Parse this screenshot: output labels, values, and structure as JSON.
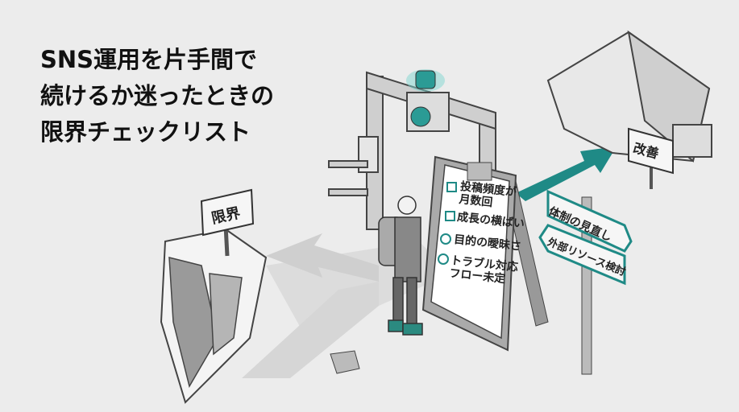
{
  "title": {
    "lines": [
      "SNS運用を片手間で",
      "続けるか迷ったときの",
      "限界チェックリスト"
    ]
  },
  "signs": {
    "limit": "限界",
    "improve": "改善",
    "restructure": "体制の見直し",
    "outsource": "外部リソース検討"
  },
  "checklist": [
    {
      "label": "投稿頻度が\n月数回",
      "checked": true
    },
    {
      "label": "成長の横ばい",
      "checked": true
    },
    {
      "label": "目的の曖昧さ",
      "checked": false
    },
    {
      "label": "トラブル対応\nフロー未定",
      "checked": false
    }
  ],
  "colors": {
    "accent": "#1f8a86",
    "background": "#ececec",
    "ink": "#222222"
  }
}
